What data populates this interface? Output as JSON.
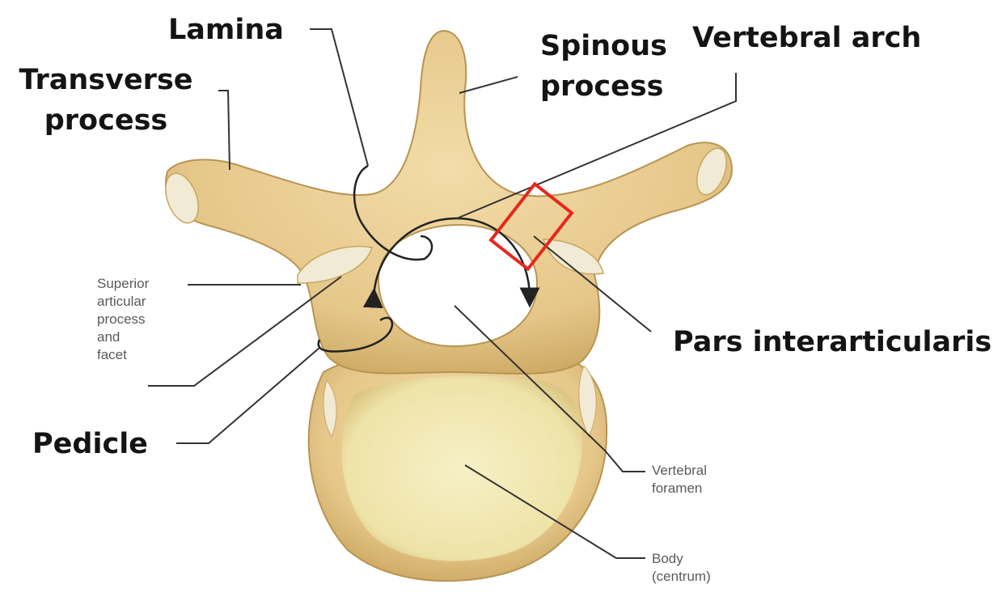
{
  "diagram": {
    "labels": {
      "lamina": "Lamina",
      "spinous_process": [
        "Spinous",
        "process"
      ],
      "vertebral_arch": "Vertebral arch",
      "transverse_process": [
        "Transverse",
        "process"
      ],
      "superior_articular": [
        "Superior",
        "articular",
        "process",
        "and",
        "facet"
      ],
      "pedicle": "Pedicle",
      "pars_interarticularis": "Pars interarticularis",
      "vertebral_foramen": [
        "Vertebral",
        "foramen"
      ],
      "body": [
        "Body",
        "(centrum)"
      ]
    },
    "colors": {
      "bone": "#ecd49a",
      "bone_shadow": "#c9a55e",
      "centrum": "#f2eab8",
      "cartilage": "#f1ead4",
      "leader": "#222222",
      "highlight_box": "#e8271c"
    }
  }
}
